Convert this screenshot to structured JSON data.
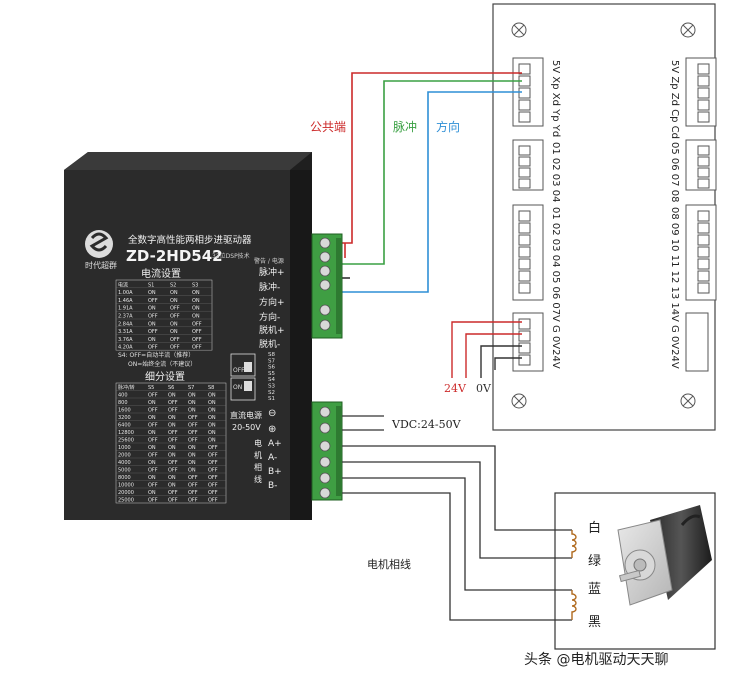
{
  "driver": {
    "brand_cn": "时代超群",
    "title_cn": "全数字高性能两相步进驱动器",
    "model": "ZD-2HD542",
    "dsp_note": "32位DSP技术",
    "header_right": "警告 / 电源",
    "signal_labels": [
      "脉冲+",
      "脉冲-",
      "方向+",
      "方向-",
      "脱机+",
      "脱机-"
    ],
    "current_title": "电流设置",
    "current_headers": [
      "电流",
      "S1",
      "S2",
      "S3"
    ],
    "current_rows": [
      [
        "1.00A",
        "ON",
        "ON",
        "ON"
      ],
      [
        "1.46A",
        "OFF",
        "ON",
        "ON"
      ],
      [
        "1.91A",
        "ON",
        "OFF",
        "ON"
      ],
      [
        "2.37A",
        "OFF",
        "OFF",
        "ON"
      ],
      [
        "2.84A",
        "ON",
        "ON",
        "OFF"
      ],
      [
        "3.31A",
        "OFF",
        "ON",
        "OFF"
      ],
      [
        "3.76A",
        "ON",
        "OFF",
        "OFF"
      ],
      [
        "4.20A",
        "OFF",
        "OFF",
        "OFF"
      ]
    ],
    "s4_note1": "S4: OFF=自动半流（推荐）",
    "s4_note2": "ON=始终全流（不建议）",
    "switch_labels": [
      "S8",
      "S7",
      "S6",
      "S5",
      "S4",
      "S3",
      "S2",
      "S1"
    ],
    "off_label": "OFF",
    "on_label": "ON",
    "micro_title": "细分设置",
    "micro_headers": [
      "脉冲/转",
      "S5",
      "S6",
      "S7",
      "S8"
    ],
    "micro_rows": [
      [
        "400",
        "OFF",
        "ON",
        "ON",
        "ON"
      ],
      [
        "800",
        "ON",
        "OFF",
        "ON",
        "ON"
      ],
      [
        "1600",
        "OFF",
        "OFF",
        "ON",
        "ON"
      ],
      [
        "3200",
        "ON",
        "ON",
        "OFF",
        "ON"
      ],
      [
        "6400",
        "OFF",
        "ON",
        "OFF",
        "ON"
      ],
      [
        "12800",
        "ON",
        "OFF",
        "OFF",
        "ON"
      ],
      [
        "25600",
        "OFF",
        "OFF",
        "OFF",
        "ON"
      ],
      [
        "1000",
        "ON",
        "ON",
        "ON",
        "OFF"
      ],
      [
        "2000",
        "OFF",
        "ON",
        "ON",
        "OFF"
      ],
      [
        "4000",
        "ON",
        "OFF",
        "ON",
        "OFF"
      ],
      [
        "5000",
        "OFF",
        "OFF",
        "ON",
        "OFF"
      ],
      [
        "8000",
        "ON",
        "ON",
        "OFF",
        "OFF"
      ],
      [
        "10000",
        "OFF",
        "ON",
        "OFF",
        "OFF"
      ],
      [
        "20000",
        "ON",
        "OFF",
        "OFF",
        "OFF"
      ],
      [
        "25000",
        "OFF",
        "OFF",
        "OFF",
        "OFF"
      ]
    ],
    "dc_power_label": "直流电源",
    "dc_range": "20-50V",
    "minus_symbol": "⊖",
    "plus_symbol": "⊕",
    "motor_phase_cn": [
      "电",
      "机",
      "相",
      "线"
    ],
    "motor_terminals": [
      "A+",
      "A-",
      "B+",
      "B-"
    ]
  },
  "wires": {
    "common_label": "公共端",
    "pulse_label": "脉冲",
    "direction_label": "方向",
    "vdc_label": "VDC:24-50V",
    "v24_label": "24V",
    "v0_label": "0V",
    "motor_phase_label": "电机相线",
    "colors": {
      "red": "#cc2a2a",
      "green": "#3aa043",
      "blue": "#2f8fd6",
      "black": "#333333",
      "driver_body": "#2b2b2b",
      "terminal_green": "#3f9e43"
    }
  },
  "controller": {
    "left_row1": "5V Xp Xd Yp Yd",
    "left_row2": "01 02 03 04",
    "left_row3": "01 02 03 04 05 06 07",
    "left_row4": "V G 0V24V",
    "right_row1": "5V Zp Zd Cp Cd",
    "right_row2": "05 06 07 08",
    "right_row3": "08 09 10 11 12 13 14",
    "right_row4": "V G 0V24V"
  },
  "motor": {
    "coil_labels": [
      "白",
      "绿",
      "蓝",
      "黑"
    ]
  },
  "watermark": "头条 @电机驱动天天聊"
}
